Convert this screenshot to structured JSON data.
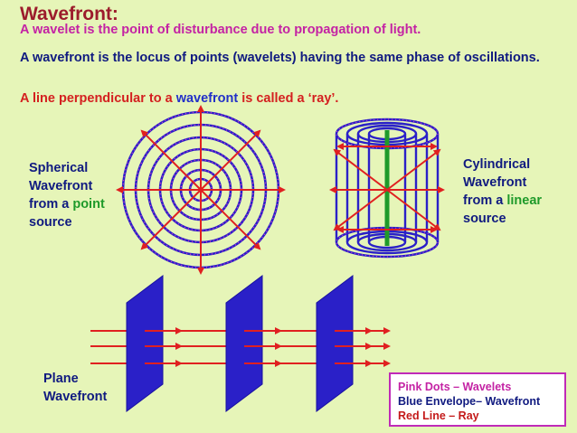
{
  "title": "Wavefront:",
  "line1": "A wavelet is the point of disturbance due to propagation of light.",
  "line2": "A wavefront is the locus of points (wavelets) having the same phase of oscillations.",
  "line3": {
    "part1": "A line perpendicular to a ",
    "part2": "wavefront",
    "part3": " is called a ‘ray’."
  },
  "spherical": {
    "l1": "Spherical",
    "l2": "Wavefront",
    "l3a": "from a ",
    "l3b": "point",
    "l4": "source"
  },
  "cylindrical": {
    "l1": "Cylindrical",
    "l2": "Wavefront",
    "l3a": "from a ",
    "l3b": "linear",
    "l4": "source"
  },
  "plane": {
    "l1": "Plane",
    "l2": "Wavefront"
  },
  "legend": {
    "wavelets": "Pink Dots – Wavelets",
    "wavefront": "Blue Envelope– Wavefront",
    "ray": "Red Line – Ray"
  },
  "colors": {
    "background": "#e6f5b8",
    "wavefront": "#2a20c8",
    "ray": "#e02020",
    "wavelet": "#d83ac0",
    "source": "#1f9a2a"
  }
}
